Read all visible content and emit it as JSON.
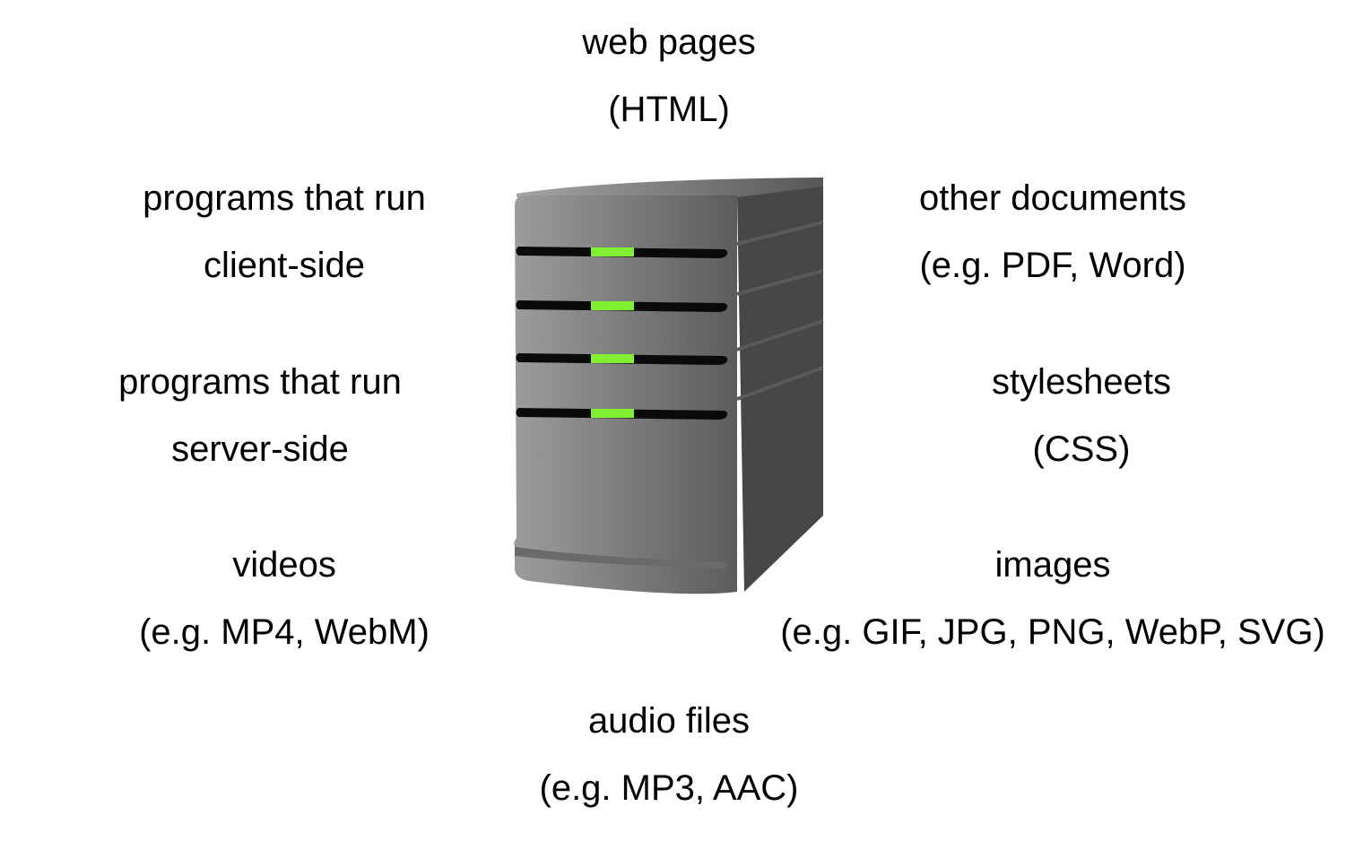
{
  "labels": {
    "web_pages": {
      "line1": "web pages",
      "line2": "(HTML)"
    },
    "client_side": {
      "line1": "programs that run",
      "line2": "client-side"
    },
    "other_documents": {
      "line1": "other documents",
      "line2": "(e.g. PDF, Word)"
    },
    "server_side": {
      "line1": "programs that run",
      "line2": "server-side"
    },
    "stylesheets": {
      "line1": "stylesheets",
      "line2": "(CSS)"
    },
    "videos": {
      "line1": "videos",
      "line2": "(e.g. MP4, WebM)"
    },
    "images": {
      "line1": "images",
      "line2": "(e.g. GIF, JPG, PNG, WebP, SVG)"
    },
    "audio": {
      "line1": "audio files",
      "line2": "(e.g. MP3, AAC)"
    }
  },
  "server": {
    "icon": "server-icon",
    "led_count": 4,
    "led_color": "#80f030",
    "body_light": "#9a9a9a",
    "body_dark": "#5e5e5e",
    "side_color": "#474747"
  }
}
